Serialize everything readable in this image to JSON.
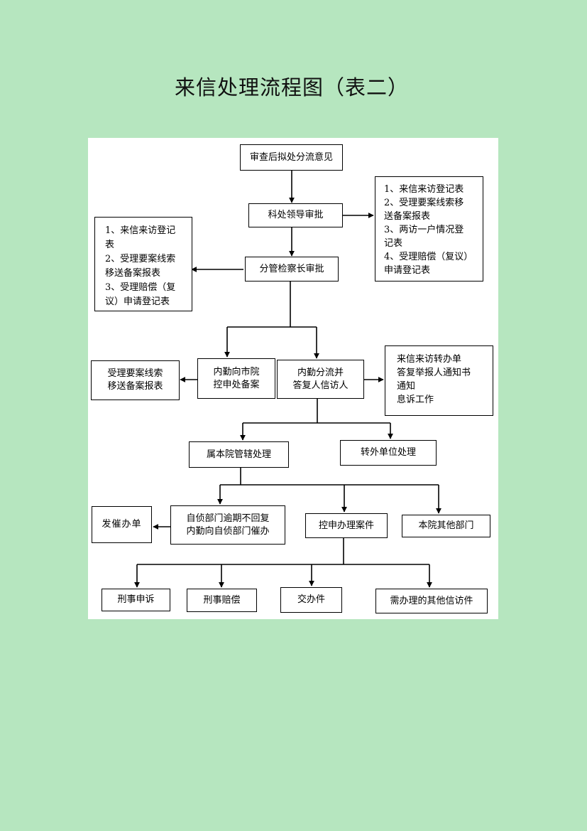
{
  "title": "来信处理流程图（表二）",
  "nodes": {
    "review_opinion": "审查后拟处分流意见",
    "section_approval": "科处领导审批",
    "chief_approval": "分管检察长审批",
    "right_forms": [
      "1、来信来访登记表",
      "2、受理要案线索移",
      "送备案报表",
      "3、两访一户情况登",
      "记表",
      "4、受理赔偿（复议）",
      "申请登记表"
    ],
    "left_forms": [
      "1、来信来访登记",
      "表",
      "2、受理要案线索",
      "移送备案报表",
      "3、受理赔偿（复",
      "议）申请登记表"
    ],
    "city_filing": [
      "内勤向市院",
      "控申处备案"
    ],
    "inner_distribution": [
      "内勤分流并",
      "答复人信访人"
    ],
    "case_clue_report": [
      "受理要案线索",
      "移送备案报表"
    ],
    "transfer_forms": [
      "来信来访转办单",
      "答复举报人通知书",
      "通知",
      "息诉工作"
    ],
    "own_jurisdiction": "属本院管辖处理",
    "transfer_unit": "转外单位处理",
    "issue_urge": "发催办单",
    "overdue_dept": [
      "自侦部门逾期不回复",
      "内勤向自侦部门催办"
    ],
    "complaint_cases": "控申办理案件",
    "other_depts": "本院其他部门",
    "criminal_appeal": "刑事申诉",
    "criminal_compensation": "刑事赔偿",
    "assigned_items": "交办件",
    "other_letters": "需办理的其他信访件"
  }
}
